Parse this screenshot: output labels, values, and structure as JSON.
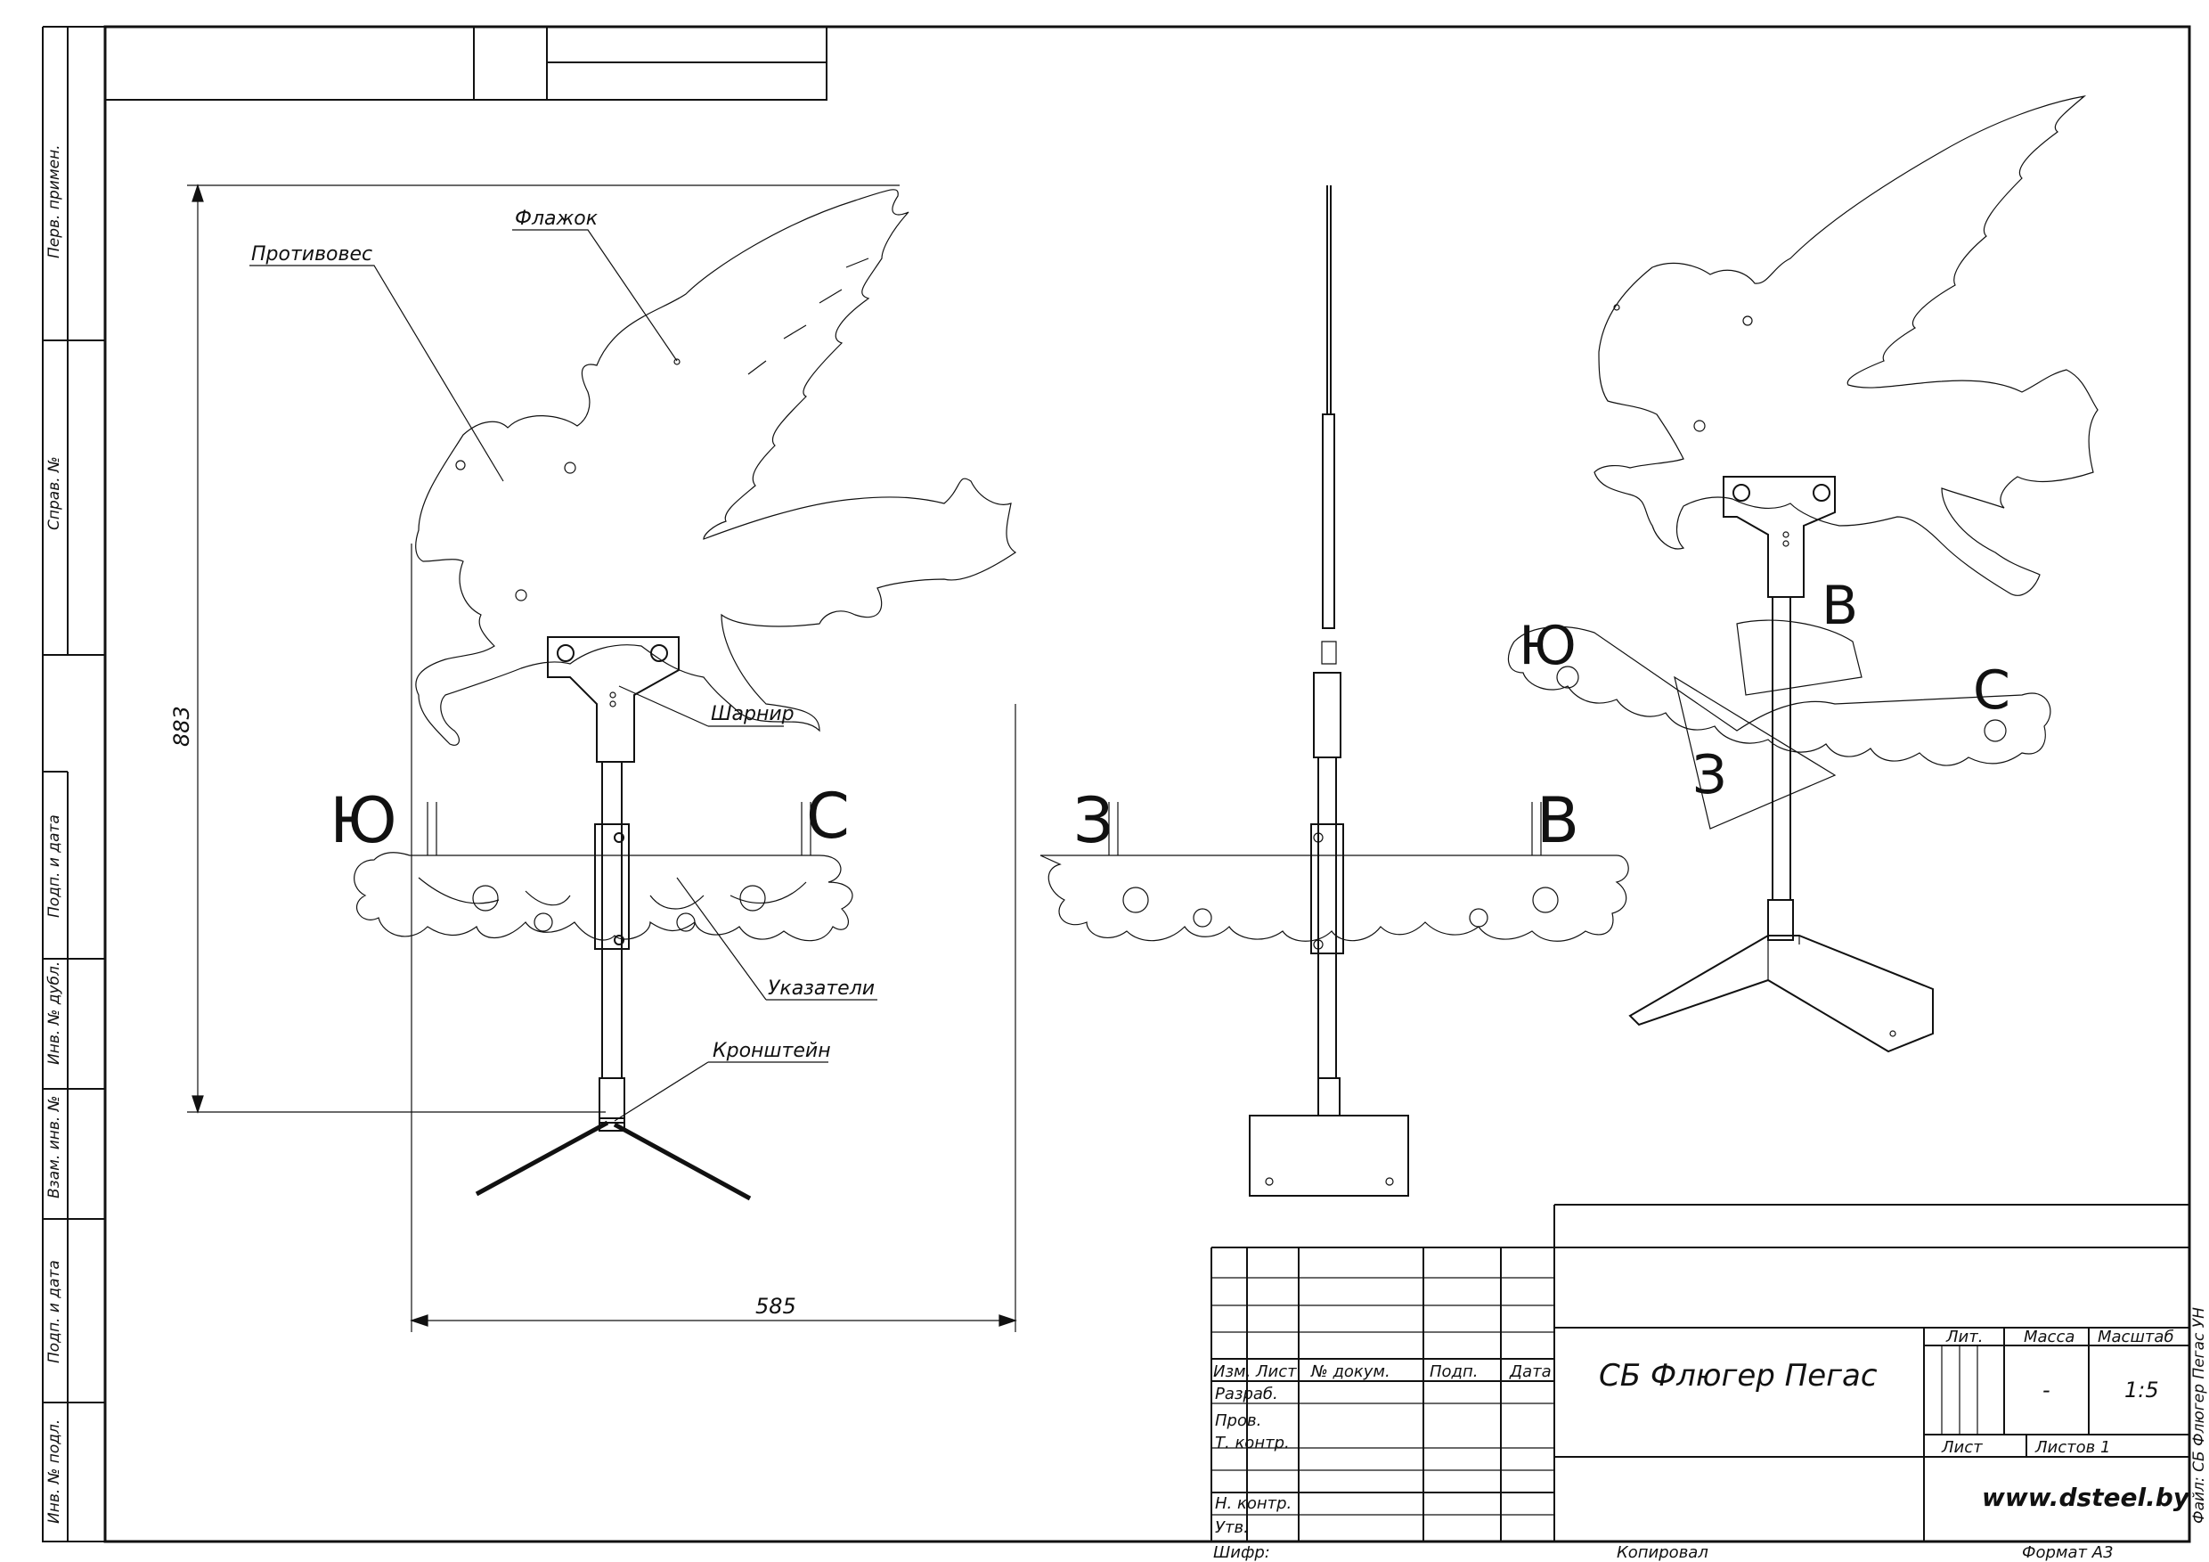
{
  "drawing": {
    "title": "СБ Флюгер Пегас",
    "site": "www.dsteel.by",
    "side_file_label": "Файл: СБ Флюгер Пегас УН",
    "bottom": {
      "code": "Шифр:",
      "copied": "Копировал",
      "format": "Формат А3"
    }
  },
  "side_strip": {
    "perv_primen": "Перв. примен.",
    "sprav_no": "Справ. №",
    "podp_data_1": "Подп. и дата",
    "inv_dubl": "Инв. № дубл.",
    "vzam_inv": "Взам. инв. №",
    "podp_data_2": "Подп. и дата",
    "inv_podl": "Инв. № подл."
  },
  "labels": {
    "counterweight": "Противовес",
    "flag": "Флажок",
    "hinge": "Шарнир",
    "pointers": "Указатели",
    "bracket": "Кронштейн",
    "dim_height": "883",
    "dim_width": "585"
  },
  "compass_letters": {
    "north": "С",
    "south": "Ю",
    "east": "В",
    "west": "З"
  },
  "title_block": {
    "headers": {
      "izm": "Изм.",
      "list": "Лист",
      "doc": "№ докум.",
      "sign": "Подп.",
      "date": "Дата"
    },
    "rows": {
      "razrab": "Разраб.",
      "prov": "Пров.",
      "tkontr": "Т. контр.",
      "nkontr": "Н. контр.",
      "utv": "Утв."
    },
    "lit": "Лит.",
    "mass": "Масса",
    "scale": "Масштаб",
    "mass_value": "-",
    "scale_value": "1:5",
    "sheet": "Лист",
    "sheets": "Листов 1"
  }
}
